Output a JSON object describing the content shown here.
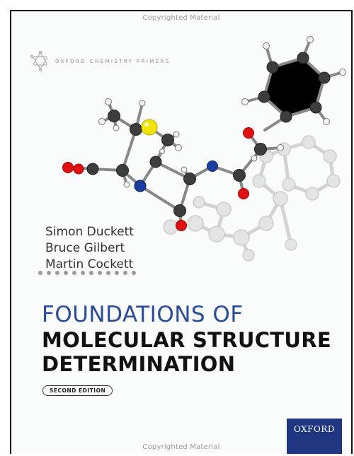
{
  "watermark": {
    "top": "Copyrighted Material",
    "bottom": "Copyrighted Material"
  },
  "series": {
    "label": "OXFORD CHEMISTRY PRIMERS",
    "logo_icon": "molecule-logo-icon"
  },
  "authors": [
    "Simon Duckett",
    "Bruce Gilbert",
    "Martin Cockett"
  ],
  "title": {
    "line1": "FOUNDATIONS OF",
    "line2": "MOLECULAR STRUCTURE",
    "line3": "DETERMINATION"
  },
  "edition": "SECOND EDITION",
  "publisher": "OXFORD",
  "colors": {
    "title_blue": "#2b4a9a",
    "oxford_blue": "#1f3580",
    "oxygen_red": "#e01010",
    "nitrogen_blue": "#1a3fa0",
    "sulfur_yellow": "#f2e400",
    "carbon_gray": "#444444"
  }
}
